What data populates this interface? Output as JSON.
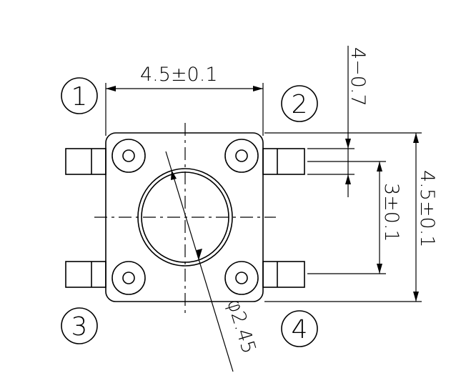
{
  "dimensions": {
    "top_width": "4.5±0.1",
    "right_height": "4.5±0.1",
    "pin_pitch": "3±0.1",
    "pin_width": "4−0.7",
    "button_diameter": "φ2.45"
  },
  "pins": {
    "p1": "1",
    "p2": "2",
    "p3": "3",
    "p4": "4"
  }
}
